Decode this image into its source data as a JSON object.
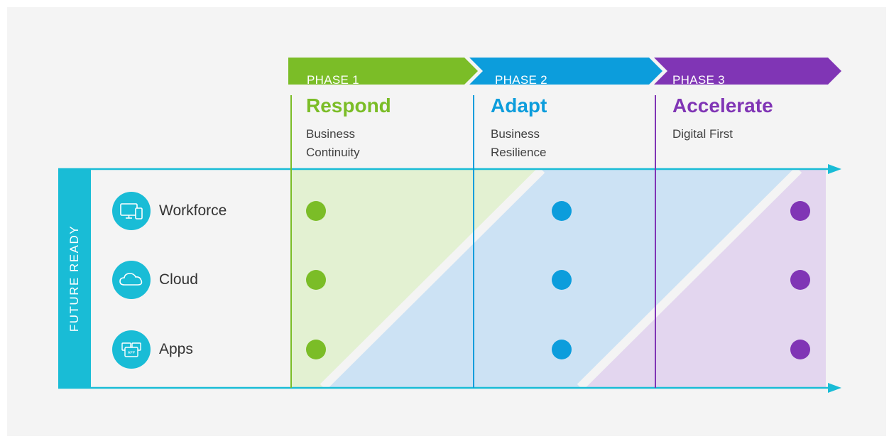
{
  "side_label": "FUTURE READY",
  "phases": [
    {
      "label": "PHASE 1",
      "title": "Respond",
      "subtitle_lines": [
        "Business",
        "Continuity"
      ],
      "color": "#7bbd27"
    },
    {
      "label": "PHASE 2",
      "title": "Adapt",
      "subtitle_lines": [
        "Business",
        "Resilience"
      ],
      "color": "#0c9ddc"
    },
    {
      "label": "PHASE 3",
      "title": "Accelerate",
      "subtitle_lines": [
        "Digital First"
      ],
      "color": "#8035b5"
    }
  ],
  "rows": [
    {
      "label": "Workforce",
      "icon": "workforce-devices-icon"
    },
    {
      "label": "Cloud",
      "icon": "cloud-icon"
    },
    {
      "label": "Apps",
      "icon": "apps-icon",
      "icon_text": "APP"
    }
  ],
  "colors": {
    "background": "#f4f4f4",
    "accent_teal": "#19bcd6",
    "phase1_fill": "#e3f1d2",
    "phase2_fill": "#cce2f4",
    "phase3_fill": "#e3d6ef"
  }
}
